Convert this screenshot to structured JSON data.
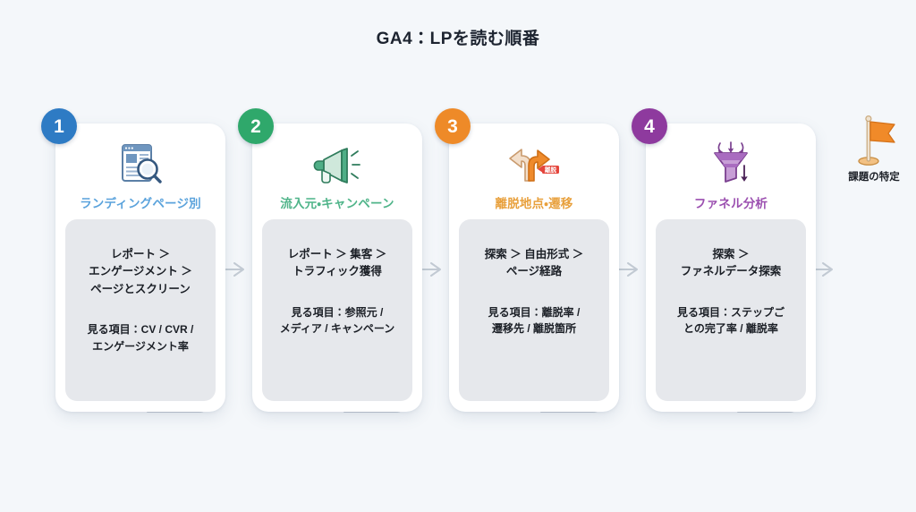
{
  "title": "GA4：LPを読む順番",
  "colors": {
    "background": "#f4f7fa",
    "card": "#ffffff",
    "panel": "#e6e8ec",
    "step1": "#2e7bc4",
    "step2": "#2fa86b",
    "step3": "#ee8a28",
    "step4": "#8e3a9e",
    "heading1": "#5ba3dc",
    "heading2": "#4fb489",
    "heading3": "#e8a03c",
    "heading4": "#9b4fb0",
    "connector": "#c3cbd4",
    "flag": "#f08a29"
  },
  "steps": [
    {
      "number": "1",
      "icon": "webpage-search-icon",
      "heading": "ランディングページ別",
      "path": "レポート ＞\nエンゲージメント ＞\nページとスクリーン",
      "metrics": "見る項目：CV / CVR /\nエンゲージメント率"
    },
    {
      "number": "2",
      "icon": "megaphone-icon",
      "heading": "流入元・キャンペーン",
      "path": "レポート ＞ 集客 ＞\nトラフィック獲得",
      "metrics": "見る項目：参照元 /\nメディア / キャンペーン"
    },
    {
      "number": "3",
      "icon": "branching-arrow-exit-icon",
      "heading": "離脱地点・遷移",
      "path": "探索 ＞ 自由形式 ＞\nページ経路",
      "metrics": "見る項目：離脱率 /\n遷移先 / 離脱箇所"
    },
    {
      "number": "4",
      "icon": "funnel-icon",
      "heading": "ファネル分析",
      "path": "探索 ＞\nファネルデータ探索",
      "metrics": "見る項目：ステップご\nとの完了率 / 離脱率"
    }
  ],
  "goal": {
    "icon": "flag-icon",
    "label": "課題の特定"
  },
  "icon_tag_text": "離脱"
}
